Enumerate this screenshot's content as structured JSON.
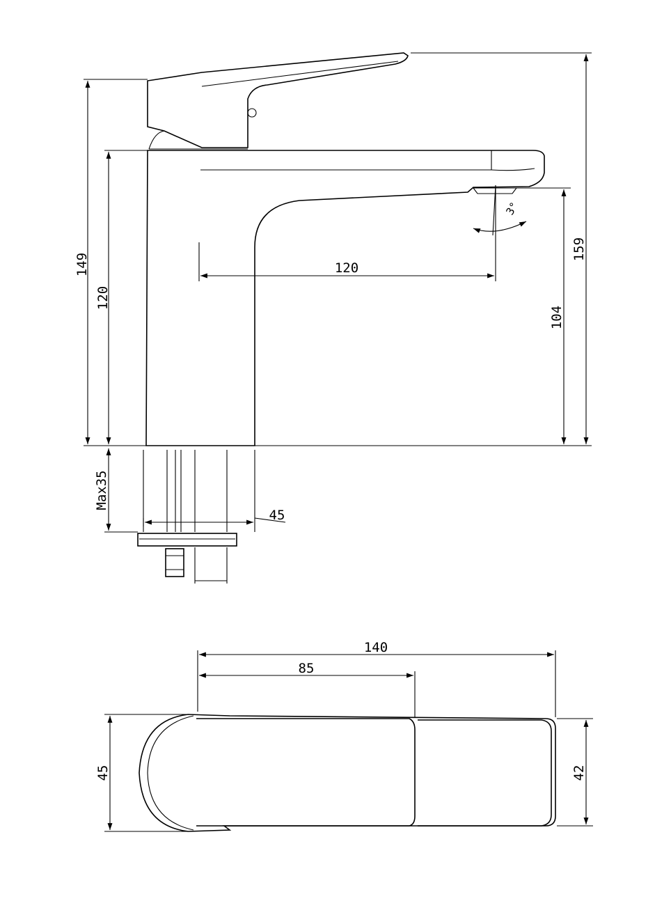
{
  "diagram": {
    "dimensions": {
      "total_height_lever": "149",
      "body_height": "120",
      "spout_reach": "120",
      "spout_outlet_height": "104",
      "overall_height": "159",
      "spout_angle": "3°",
      "max_deck_thickness": "Max35",
      "base_diameter": "45",
      "top_length": "140",
      "top_handle_length": "85",
      "top_width_body": "45",
      "top_width_spout": "42"
    }
  }
}
